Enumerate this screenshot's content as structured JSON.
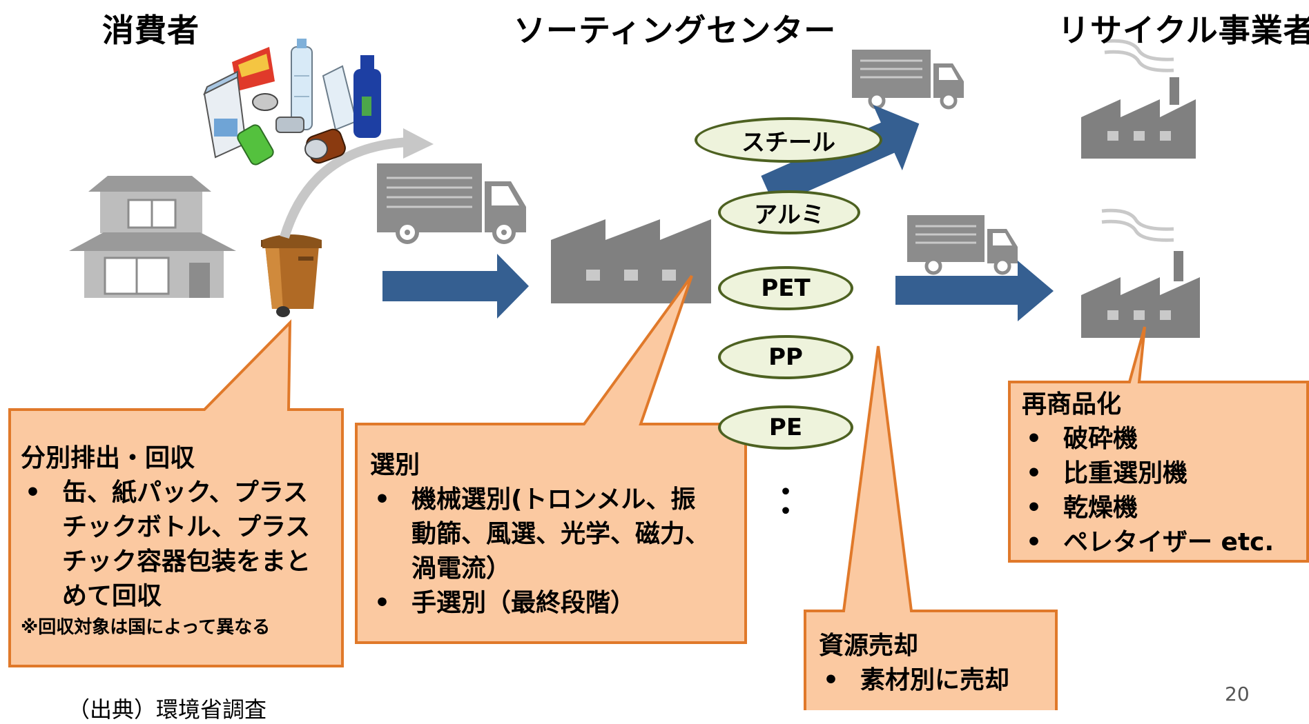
{
  "headers": {
    "consumer": "消費者",
    "sorting_center": "ソーティングセンター",
    "recycler": "リサイクル事業者"
  },
  "materials": [
    "スチール",
    "アルミ",
    "PET",
    "PP",
    "PE"
  ],
  "ellipsis": "・\n・",
  "callouts": {
    "separation": {
      "title": "分別排出・回収",
      "items": [
        "缶、紙パック、プラス",
        "チックボトル、プラス",
        "チック容器包装をまと",
        "めて回収"
      ],
      "note": "※回収対象は国によって異なる"
    },
    "sorting": {
      "title": "選別",
      "items": [
        "機械選別(トロンメル、振",
        "動篩、風選、光学、磁力、",
        "渦電流）",
        "手選別（最終段階）"
      ]
    },
    "sale": {
      "title": "資源売却",
      "items": [
        "素材別に売却"
      ]
    },
    "recommercialize": {
      "title": "再商品化",
      "items": [
        "破砕機",
        "比重選別機",
        "乾燥機",
        "ペレタイザー etc."
      ]
    }
  },
  "source": "（出典）環境省調査",
  "page_number": "20",
  "colors": {
    "arrow_blue": "#355f91",
    "callout_fill": "#fbc9a1",
    "callout_border": "#e0792a",
    "oval_fill": "#eef3dc",
    "oval_border": "#4d6121",
    "gray": "#7f7f7f"
  }
}
